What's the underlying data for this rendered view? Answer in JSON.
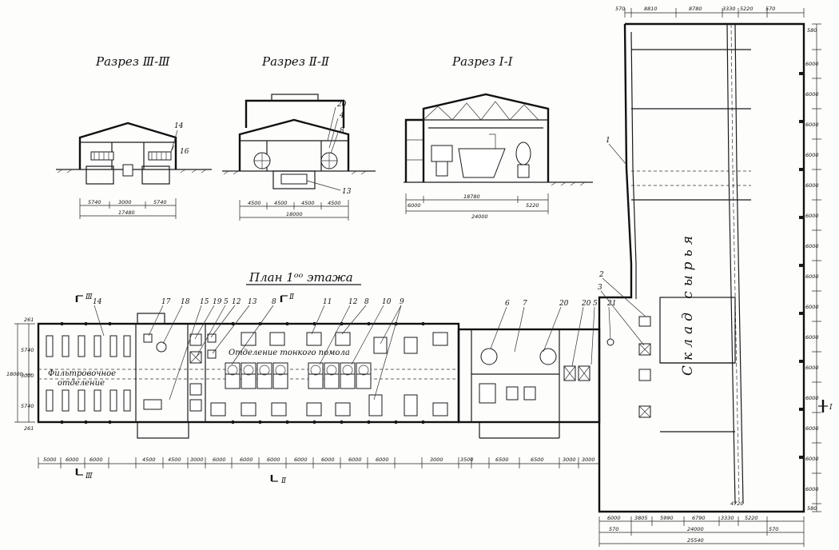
{
  "sections": {
    "s3_title": "Разрез Ⅲ-Ⅲ",
    "s2_title": "Разрез Ⅱ-Ⅱ",
    "s1_title": "Разрез Ⅰ-Ⅰ",
    "s3_dims": [
      "5740",
      "3000",
      "5740"
    ],
    "s3_total": "17480",
    "s2_dims": [
      "4500",
      "4500",
      "4500",
      "4500"
    ],
    "s2_total": "18000",
    "s1_dims": [
      "6000",
      "18780",
      "5220"
    ],
    "s1_total": "24000",
    "s3_callouts": [
      "14",
      "16"
    ],
    "s2_callouts": [
      "20",
      "4",
      "8",
      "13"
    ]
  },
  "plan": {
    "title": "План 1ᵒᵒ этажа",
    "filter_room": "Фильтровочное отделение",
    "fine_grind_room": "Отделение тонкого помола",
    "store_room": "Склад сырья",
    "left_dims": [
      "261",
      "5740",
      "18000",
      "3000",
      "5740",
      "261"
    ],
    "bottom_dims": [
      "5000",
      "6000",
      "6000",
      "4500",
      "4500",
      "3000",
      "6000",
      "6000",
      "6000",
      "6000",
      "6000",
      "6000",
      "6000",
      "3000",
      "3500",
      "6500",
      "6500",
      "3000",
      "3000"
    ],
    "top_callouts": [
      "14",
      "17",
      "18",
      "15",
      "19",
      "5",
      "12",
      "13",
      "8",
      "11",
      "12",
      "8",
      "10",
      "9",
      "6",
      "7",
      "20",
      "20",
      "21"
    ],
    "right_callouts": [
      "1",
      "2",
      "3",
      "5"
    ],
    "section_marks": [
      "Ⅲ",
      "Ⅲ",
      "Ⅱ",
      "Ⅱ",
      "Ⅰ"
    ]
  },
  "wing": {
    "top_dims": [
      "570",
      "8810",
      "8780",
      "3330",
      "5220",
      "570"
    ],
    "right_dims": [
      "580",
      "6000",
      "6000",
      "6000",
      "6000",
      "6000",
      "6000",
      "6000",
      "6000",
      "6000",
      "6000",
      "6000",
      "6000",
      "6000",
      "6000",
      "6000",
      "580"
    ],
    "bottom_dims": [
      "6000",
      "3805",
      "5990",
      "6790",
      "3330",
      "5220"
    ],
    "bottom_total_1": "24000",
    "bottom_total_2": "25540",
    "bottom_extra": [
      "570",
      "570",
      "4720"
    ]
  }
}
